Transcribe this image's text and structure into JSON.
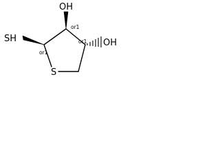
{
  "molecule": {
    "atoms": {
      "sh": "SH",
      "oh_left": "OH",
      "oh_right": "OH",
      "s_ring": "S"
    },
    "stereo_labels": {
      "c2": "or1",
      "c3": "or1",
      "c4": "or1"
    },
    "colors": {
      "ink": "#000000",
      "background": "#ffffff"
    }
  }
}
